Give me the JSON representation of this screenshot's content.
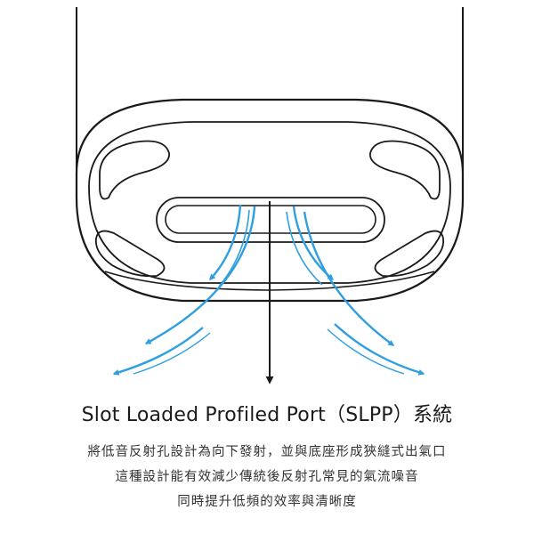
{
  "title": "Slot Loaded Profiled Port（SLPP）系統",
  "description": [
    "將低音反射孔設計為向下發射，並與底座形成狹縫式出氣口",
    "這種設計能有效減少傳統後反射孔常見的氣流噪音",
    "同時提升低頻的效率與清晰度"
  ],
  "colors": {
    "outline": "#1a1a1a",
    "airflow": "#2f9fe0"
  },
  "icons": {
    "airflow_arrows": "curved-arrow-icon",
    "center_axis": "down-arrow-icon"
  }
}
